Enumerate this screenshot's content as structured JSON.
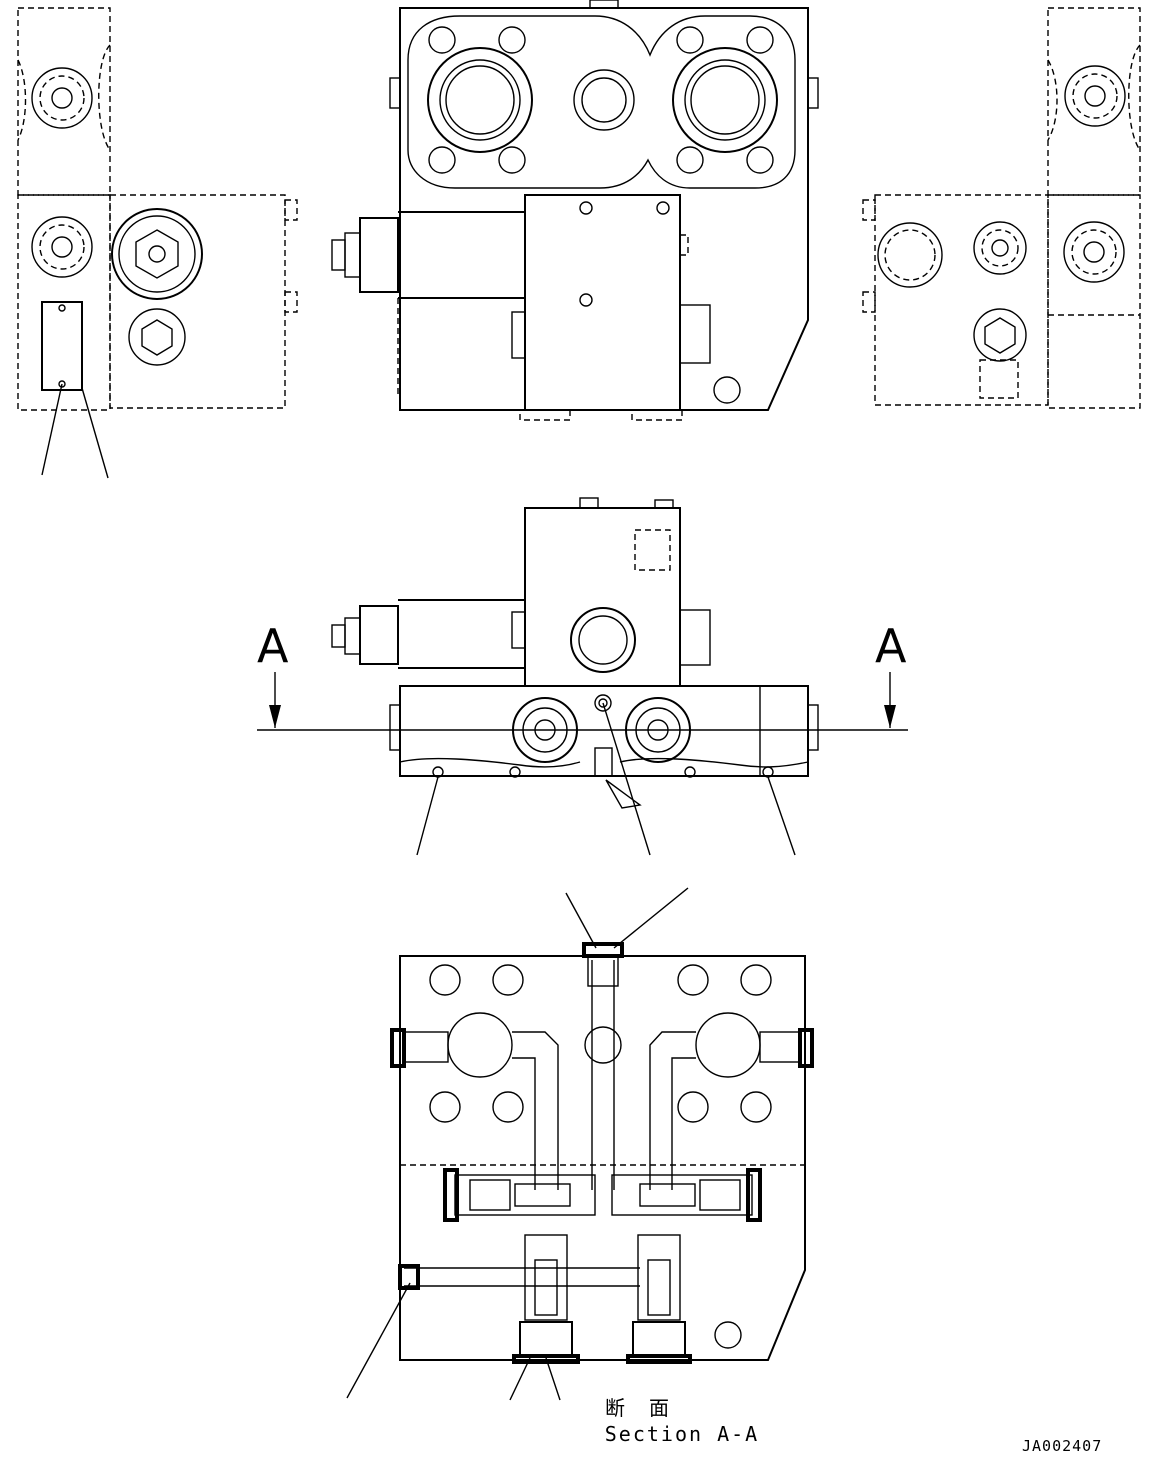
{
  "section_marker": {
    "left": "A",
    "right": "A"
  },
  "section_caption": {
    "jp": "断 面",
    "en": "Section A-A"
  },
  "drawing_id": "JA002407"
}
